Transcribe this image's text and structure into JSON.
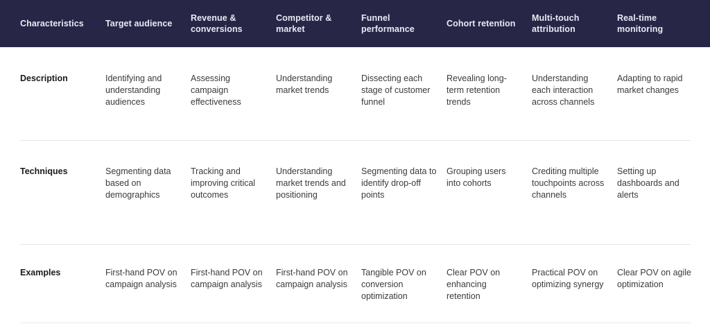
{
  "table": {
    "columns": [
      "Characteristics",
      "Target audience",
      "Revenue & conversions",
      "Competitor & market",
      "Funnel performance",
      "Cohort retention",
      "Multi-touch attribution",
      "Real-time monitoring"
    ],
    "rows": [
      {
        "label": "Description",
        "cells": [
          "Identifying and understanding audiences",
          "Assessing campaign effectiveness",
          "Understanding market trends",
          "Dissecting each stage of customer funnel",
          "Revealing long-term retention trends",
          "Understanding each interaction across channels",
          "Adapting to rapid market changes"
        ]
      },
      {
        "label": "Techniques",
        "cells": [
          "Segmenting data based on demographics",
          "Tracking and improving critical outcomes",
          "Understanding market trends and positioning",
          "Segmenting data to identify drop-off points",
          "Grouping users into cohorts",
          "Crediting multiple touchpoints across channels",
          "Setting up dashboards and alerts"
        ]
      },
      {
        "label": "Examples",
        "cells": [
          "First-hand POV on campaign analysis",
          "First-hand POV on campaign analysis",
          "First-hand POV on campaign analysis",
          "Tangible POV on conversion optimization",
          "Clear POV on enhancing retention",
          "Practical POV on optimizing synergy",
          "Clear POV on agile optimization"
        ]
      }
    ]
  },
  "colors": {
    "header_background": "#272647",
    "header_text": "#e9e9f3",
    "row_label_text": "#1b1b1b",
    "cell_text": "#3a3a3a",
    "divider": "#e8e8ea",
    "page_background": "#ffffff"
  }
}
